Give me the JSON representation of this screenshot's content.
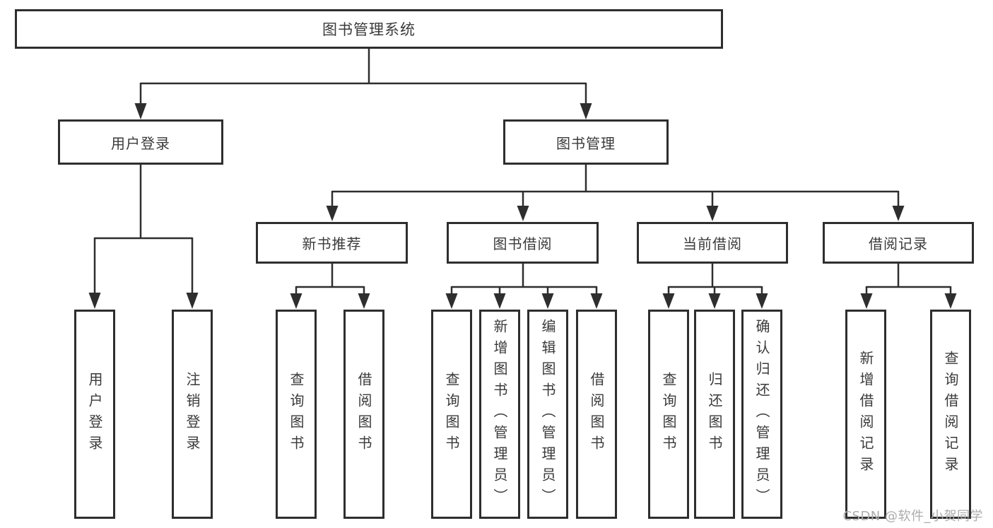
{
  "diagram": {
    "root": {
      "label": "图书管理系统"
    },
    "level1": [
      {
        "label": "用户登录"
      },
      {
        "label": "图书管理"
      }
    ],
    "level2": [
      {
        "label": "新书推荐"
      },
      {
        "label": "图书借阅"
      },
      {
        "label": "当前借阅"
      },
      {
        "label": "借阅记录"
      }
    ],
    "leaves": {
      "login": [
        {
          "label": "用户登录"
        },
        {
          "label": "注销登录"
        }
      ],
      "newbook": [
        {
          "label": "查询图书"
        },
        {
          "label": "借阅图书"
        }
      ],
      "borrow": [
        {
          "label": "查询图书"
        },
        {
          "label": "新增图书（管理员）"
        },
        {
          "label": "编辑图书（管理员）"
        },
        {
          "label": "借阅图书"
        }
      ],
      "current": [
        {
          "label": "查询图书"
        },
        {
          "label": "归还图书"
        },
        {
          "label": "确认归还（管理员）"
        }
      ],
      "records": [
        {
          "label": "新增借阅记录"
        },
        {
          "label": "查询借阅记录"
        }
      ]
    }
  },
  "watermark": {
    "text": "CSDN @软件_小贺同学"
  },
  "colors": {
    "line": "#2e2e2e",
    "box_border": "#2e2e2e",
    "text": "#3a3a3a",
    "background": "#ffffff",
    "watermark": "#acacac"
  }
}
